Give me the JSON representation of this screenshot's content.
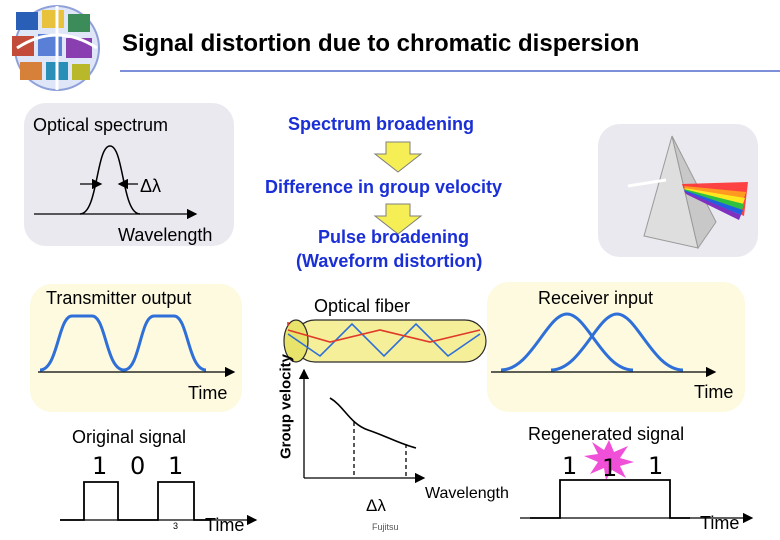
{
  "title": "Signal distortion due to chromatic dispersion",
  "spectrum_panel": {
    "heading": "Optical spectrum",
    "delta_label": "Δλ",
    "axis_label": "Wavelength"
  },
  "flow": {
    "step1": "Spectrum broadening",
    "step2": "Difference in group velocity",
    "step3_line1": "Pulse broadening",
    "step3_line2": "(Waveform distortion)"
  },
  "transmitter": {
    "heading": "Transmitter output",
    "axis_label": "Time"
  },
  "fiber": {
    "label": "Optical fiber"
  },
  "receiver": {
    "heading": "Receiver input",
    "axis_label": "Time"
  },
  "original": {
    "heading": "Original signal",
    "bits": [
      "1",
      "0",
      "1"
    ],
    "axis_label": "Time",
    "page_number": "3"
  },
  "group_velocity_plot": {
    "y_label": "Group velocity",
    "x_label": "Wavelength",
    "delta_label": "Δλ",
    "footer": "Fujitsu"
  },
  "regenerated": {
    "heading": "Regenerated signal",
    "bits": [
      "1",
      "1",
      "1"
    ],
    "axis_label": "Time"
  },
  "colors": {
    "accent_blue": "#1a2fd6",
    "pulse_blue": "#2f6fd8",
    "arrow_yellow": "#f5ef55",
    "ray_red": "#e03a2a",
    "panel_gray": "#e9e9ef",
    "panel_yellow": "#fdfae0",
    "burst_pink": "#f050d8"
  }
}
